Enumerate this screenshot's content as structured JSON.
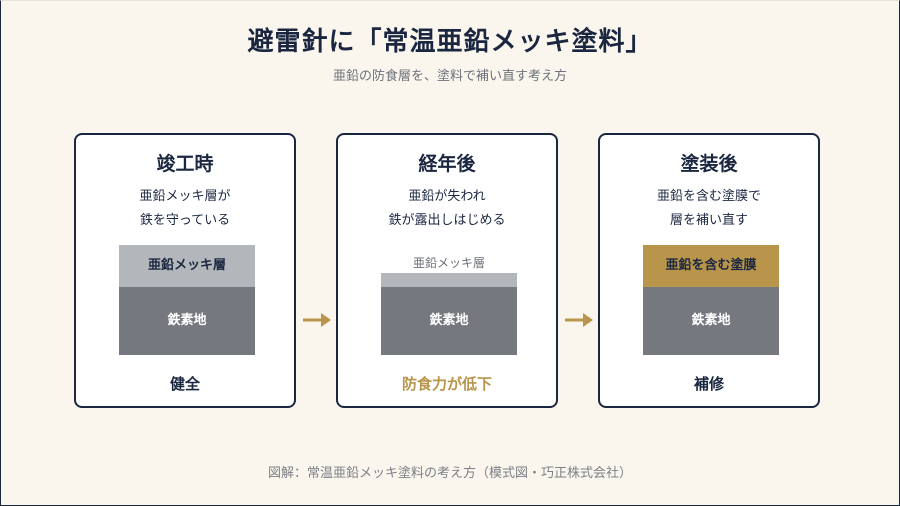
{
  "title": "避雷針に「常温亜鉛メッキ塗料」",
  "subtitle": "亜鉛の防食層を、塗料で補い直す考え方",
  "stages": [
    {
      "heading": "竣工時",
      "desc_lines": [
        "亜鉛メッキ層が",
        "鉄を守っている"
      ],
      "top_layer_label": "亜鉛メッキ層",
      "base_label": "鉄素地",
      "status": "健全"
    },
    {
      "heading": "経年後",
      "desc_lines": [
        "亜鉛が失われ",
        "鉄が露出しはじめる"
      ],
      "top_layer_label": "亜鉛メッキ層",
      "base_label": "鉄素地",
      "status": "防食力が低下"
    },
    {
      "heading": "塗装後",
      "desc_lines": [
        "亜鉛を含む塗膜で",
        "層を補い直す"
      ],
      "top_layer_label": "亜鉛を含む塗膜",
      "base_label": "鉄素地",
      "status": "補修"
    }
  ],
  "caption": "図解：常温亜鉛メッキ塗料の考え方（模式図・巧正株式会社）",
  "colors": {
    "navy": "#1b2740",
    "gold": "#b8954b",
    "zinc_gray": "#b3b7bb",
    "steel_gray": "#75797f",
    "background": "#faf6ee"
  },
  "icons": [
    "arrow-right-icon",
    "arrow-right-icon"
  ]
}
